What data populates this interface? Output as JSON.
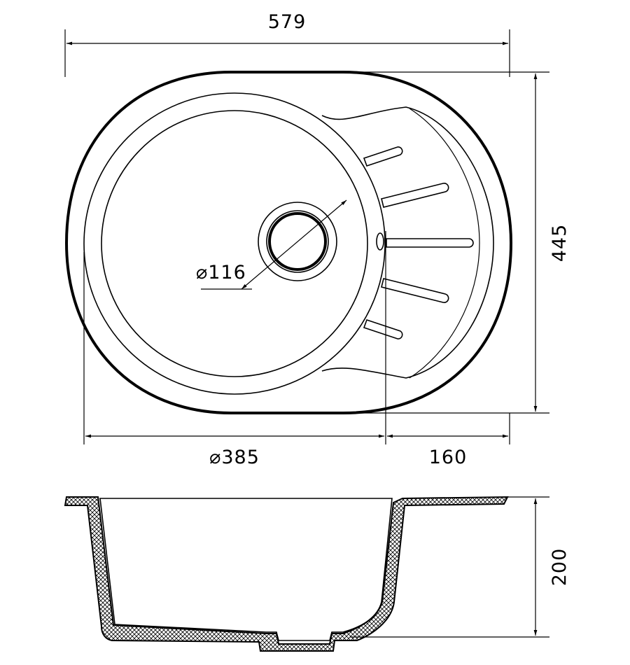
{
  "dimensions": {
    "overall_width": "579",
    "overall_height": "445",
    "drain_diameter": "⌀116",
    "bowl_diameter": "⌀385",
    "drainboard_width": "160",
    "depth": "200"
  },
  "colors": {
    "line": "#000000",
    "background": "#ffffff"
  }
}
